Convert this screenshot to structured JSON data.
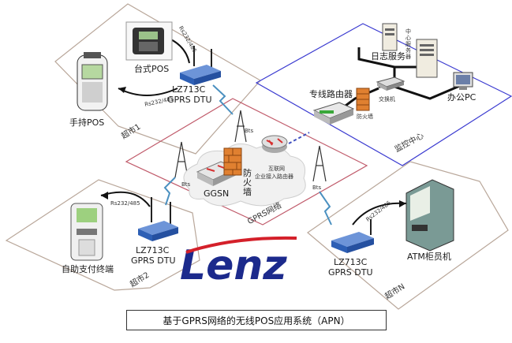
{
  "zones": {
    "market1": "超市1",
    "market2": "超市2",
    "marketN": "超市N",
    "monitor": "监控中心",
    "gprs": "GPRS网络"
  },
  "devices": {
    "desk_pos": "台式POS",
    "handheld_pos": "手持POS",
    "dtu_model": "LZ713C",
    "dtu_name": "GPRS DTU",
    "kiosk": "自助支付终端",
    "atm": "ATM柜员机",
    "ggsn": "GGSN",
    "firewall_gprs": "防火墙",
    "internet_router_1": "互联网",
    "internet_router_2": "企业接入路由器",
    "leased_router": "专线路由器",
    "firewall_center": "防火墙",
    "switch": "交换机",
    "log_server": "日志服务",
    "center_server": "中心服务器",
    "office_pc": "办公PC",
    "bts": "Bts"
  },
  "links": {
    "rs485": "Rs232/485"
  },
  "logo": "Lenz",
  "caption": "基于GPRS网络的无线POS应用系统（APN）",
  "colors": {
    "zone_border_gray": "#b9a79a",
    "zone_border_blue": "#3a3ad0",
    "zone_border_red": "#c05a6a",
    "logo_blue": "#1c2a8c",
    "logo_red": "#d4202a",
    "dtu_blue": "#2d5fb5",
    "firewall_orange": "#e08030"
  }
}
